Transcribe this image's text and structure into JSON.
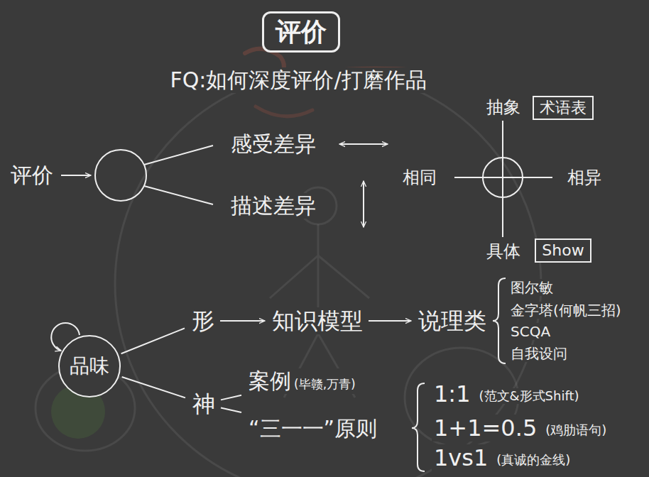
{
  "diagram": {
    "title": "评价",
    "nodes": [
      {
        "text": [
          "感受差异"
        ]
      },
      {
        "text": [
          "描述差异"
        ]
      },
      {
        "text": [
          "术语表"
        ]
      },
      {
        "text": [
          "Show"
        ]
      },
      {
        "text": [
          "品味"
        ]
      },
      {
        "text": [
          "形"
        ]
      },
      {
        "text": [
          "知识模型"
        ]
      },
      {
        "text": [
          "说理类"
        ]
      },
      {
        "text": [
          "神"
        ]
      },
      {
        "text": [
          "案例",
          "(毕赣,万青)"
        ]
      },
      {
        "text": [
          "“三一一”原则"
        ]
      }
    ],
    "edges": [
      {
        "from": 4,
        "to": 5,
        "arrow": "none"
      },
      {
        "from": 4,
        "to": 8,
        "arrow": "none"
      },
      {
        "from": 5,
        "to": 6,
        "arrow": "to"
      },
      {
        "from": 6,
        "to": 7,
        "arrow": "to"
      },
      {
        "from": 8,
        "to": 9,
        "arrow": "none"
      },
      {
        "from": 8,
        "to": 10,
        "arrow": "none"
      }
    ],
    "labels": [
      "FQ:如何深度评价/打磨作品",
      "评价",
      "抽象",
      "相同",
      "相异",
      "具体",
      "图尔敏",
      "金字塔(何帆三招)",
      "SCQA",
      "自我设问",
      "1:1",
      "(范文&形式Shift)",
      "1+1=0.5",
      "(鸡肋语句)",
      "1vs1",
      "(真诚的金线)"
    ]
  }
}
